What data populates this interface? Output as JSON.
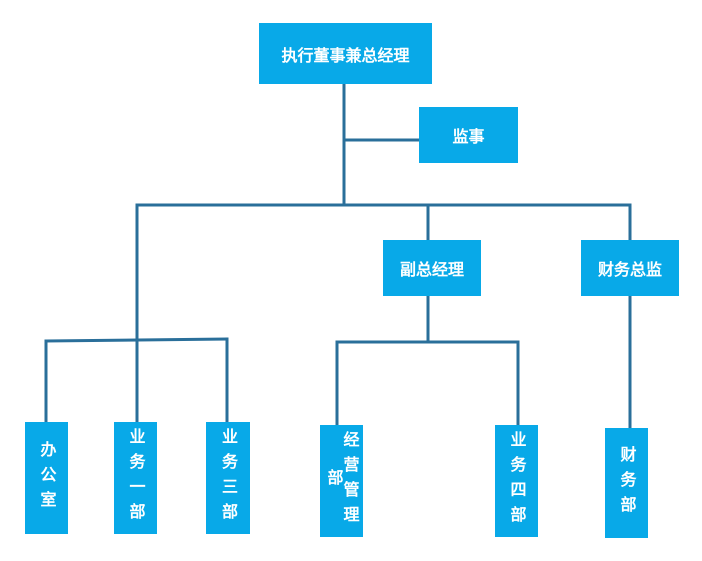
{
  "org_chart": {
    "executive_director_gm": "执行董事兼总经理",
    "supervisor": "监事",
    "deputy_gm": "副总经理",
    "cfo": "财务总监",
    "departments": {
      "office": "办公室",
      "business_1": "业务一部",
      "business_3": "业务三部",
      "operations_management": "经营管理部",
      "business_4": "业务四部",
      "finance": "财务部"
    }
  },
  "colors": {
    "box_fill": "#08a9e8",
    "box_text": "#ffffff",
    "connector": "#2a6f9a"
  }
}
